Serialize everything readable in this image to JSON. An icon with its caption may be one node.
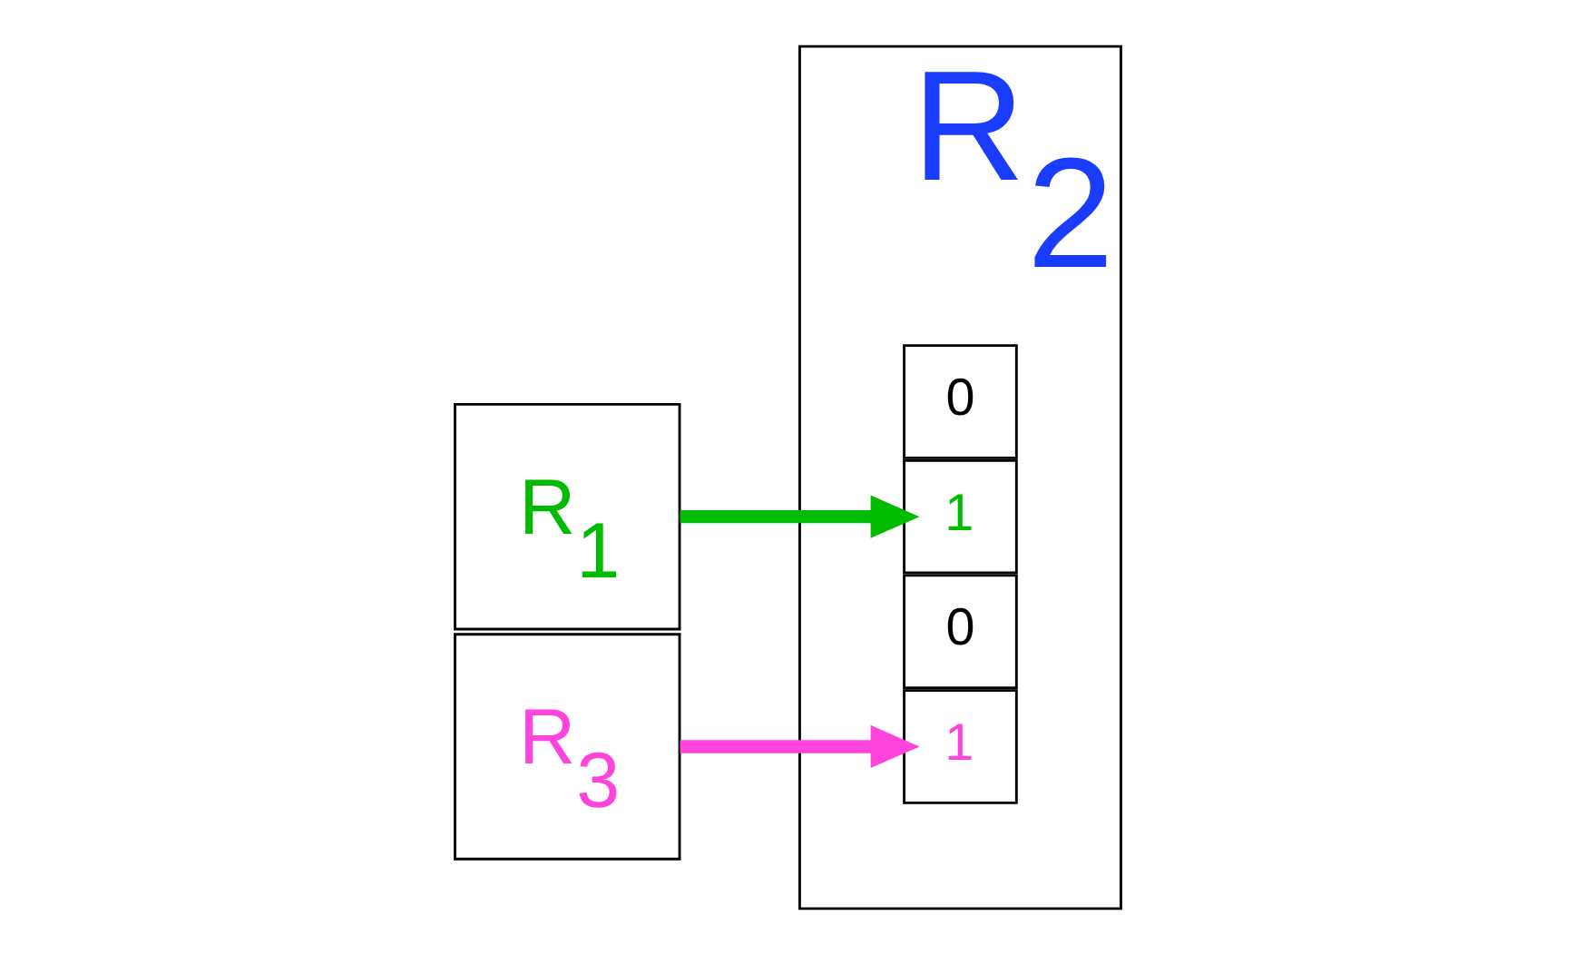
{
  "diagram": {
    "nodes": [
      {
        "text": [
          "R$_{1}$"
        ]
      },
      {
        "text": [
          "R$_{3}$"
        ]
      },
      {
        "text": [
          "R$_{2}$"
        ]
      },
      {
        "text": [
          "0"
        ],
        "in": 2
      },
      {
        "text": [
          "1"
        ],
        "in": 2
      },
      {
        "text": [
          "0"
        ],
        "in": 2
      },
      {
        "text": [
          "1"
        ],
        "in": 2
      }
    ],
    "edges": [
      {
        "from": 0,
        "to": 4,
        "arrow": "to",
        "color": "#00bb00"
      },
      {
        "from": 1,
        "to": 6,
        "arrow": "to",
        "color": "#ff44dd"
      }
    ]
  }
}
